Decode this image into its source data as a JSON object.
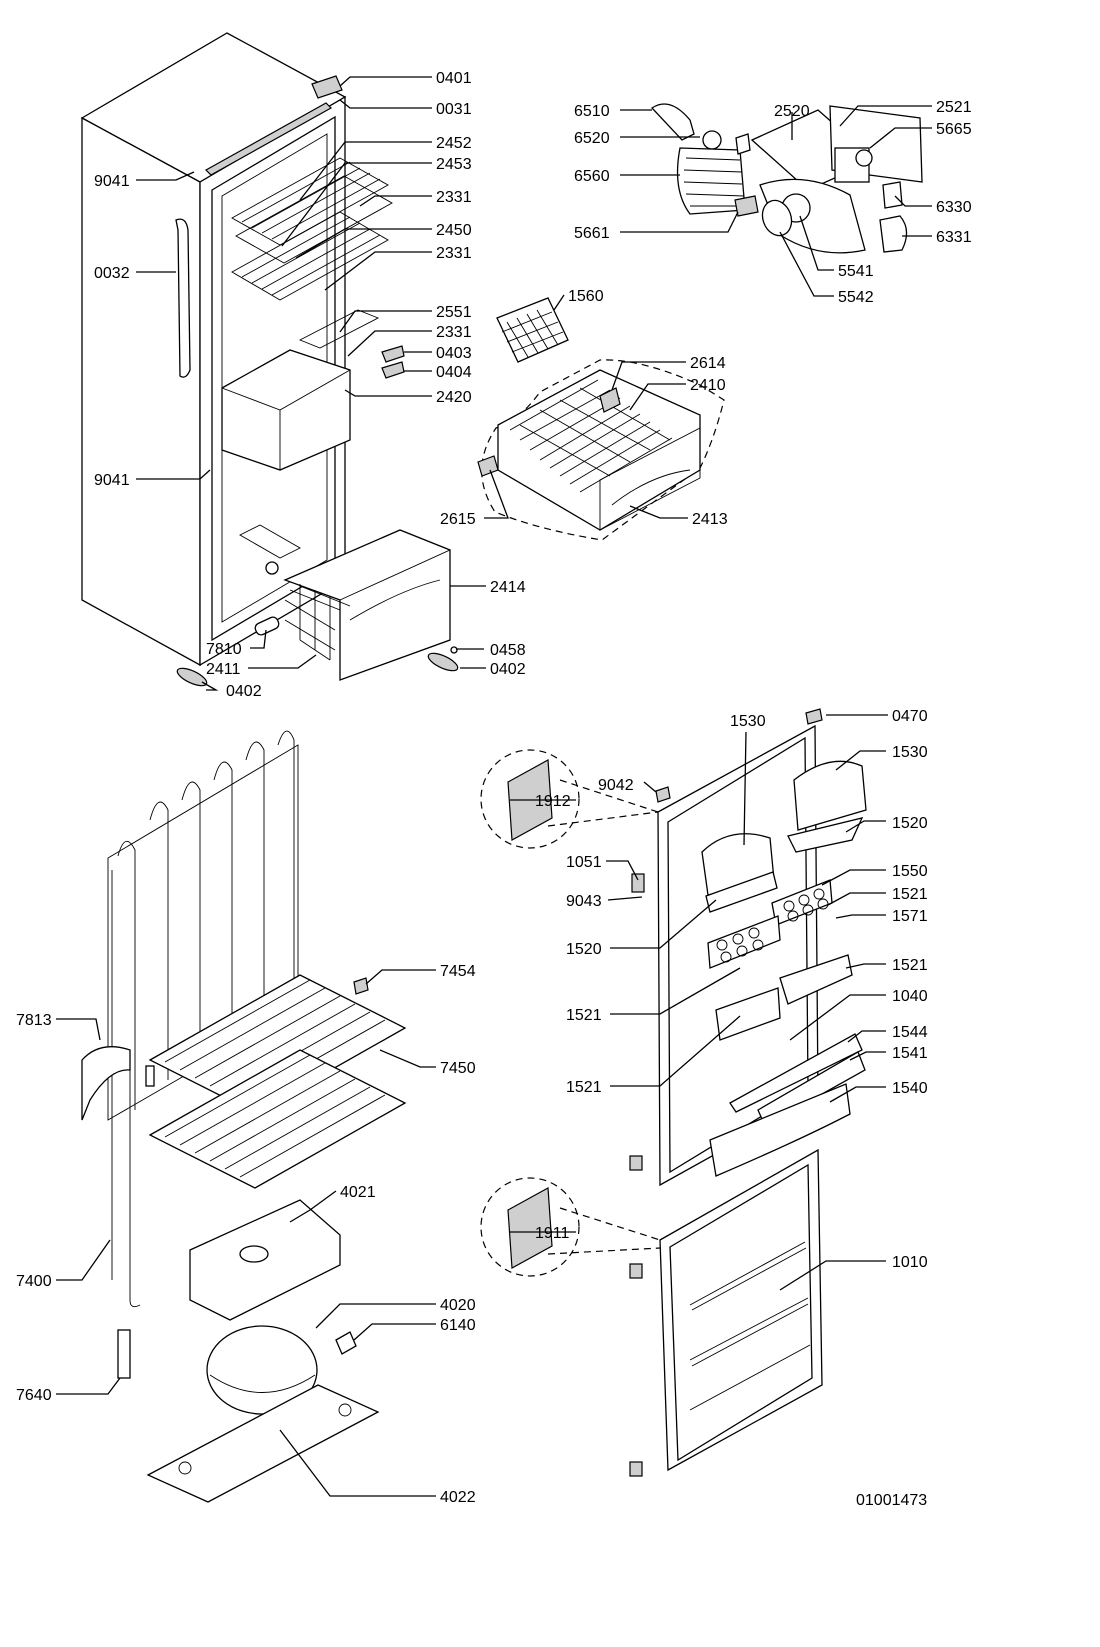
{
  "drawing_number": "01001473",
  "callouts": {
    "p0401": "0401",
    "p0031": "0031",
    "p2452": "2452",
    "p2453": "2453",
    "p2331a": "2331",
    "p2450": "2450",
    "p2331b": "2331",
    "p2551": "2551",
    "p2331c": "2331",
    "p0403": "0403",
    "p0404": "0404",
    "p2420": "2420",
    "p9041a": "9041",
    "p0032": "0032",
    "p9041b": "9041",
    "p2414": "2414",
    "p7810": "7810",
    "p2411": "2411",
    "p0458": "0458",
    "p0402a": "0402",
    "p0402b": "0402",
    "p6510": "6510",
    "p6520": "6520",
    "p6560": "6560",
    "p5661": "5661",
    "p2520": "2520",
    "p2521": "2521",
    "p5665": "5665",
    "p6330": "6330",
    "p6331": "6331",
    "p5541": "5541",
    "p5542": "5542",
    "p1560": "1560",
    "p2614": "2614",
    "p2410": "2410",
    "p2615": "2615",
    "p2413": "2413",
    "p1530a": "1530",
    "p0470": "0470",
    "p1530b": "1530",
    "p9042": "9042",
    "p1912": "1912",
    "p1520a": "1520",
    "p1051": "1051",
    "p1550": "1550",
    "p1521a": "1521",
    "p9043": "9043",
    "p1571": "1571",
    "p1520b": "1520",
    "p1521b": "1521",
    "p1521c": "1521",
    "p1040": "1040",
    "p1544": "1544",
    "p1541": "1541",
    "p1521d": "1521",
    "p1540": "1540",
    "p1911": "1911",
    "p1010": "1010",
    "p7454": "7454",
    "p7813": "7813",
    "p7450": "7450",
    "p4021": "4021",
    "p7400": "7400",
    "p4020": "4020",
    "p6140": "6140",
    "p7640": "7640",
    "p4022": "4022"
  }
}
